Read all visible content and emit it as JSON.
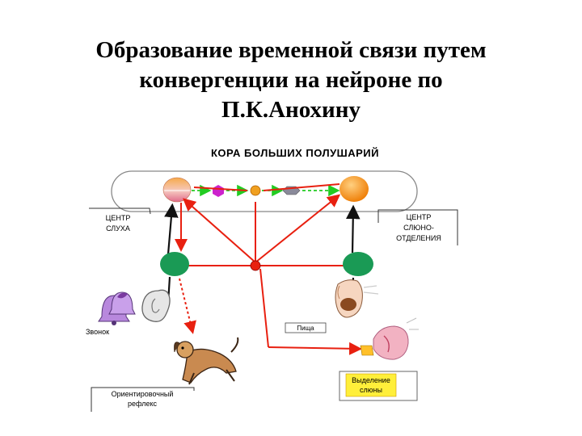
{
  "title": {
    "line1": "Образование временной связи путем",
    "line2": "конвергенции на нейроне по",
    "line3": "П.К.Анохину"
  },
  "diagram": {
    "cortex_label": "КОРА БОЛЬШИХ ПОЛУШАРИЙ",
    "hearing_center": {
      "line1": "ЦЕНТР",
      "line2": "СЛУХА"
    },
    "salivation_center": {
      "line1": "ЦЕНТР",
      "line2": "СЛЮНО-",
      "line3": "ОТДЕЛЕНИЯ"
    },
    "bell_label": "Звонок",
    "food_label": "Пища",
    "orienting_reflex": {
      "line1": "Ориентировочный",
      "line2": "рефлекс"
    },
    "saliva_output": {
      "line1": "Выделение",
      "line2": "слюны"
    }
  },
  "colors": {
    "red": "#e82010",
    "green_node": "#1a9a55",
    "orange_node": "#f09010",
    "green_dash": "#22cc22",
    "magenta": "#cc22cc",
    "label_box_bg": "#ffef3a",
    "dark_line": "#111111"
  },
  "icons": [
    "bell-icon",
    "ear-icon",
    "dog-icon",
    "tongue-icon",
    "salivary-gland-icon"
  ]
}
